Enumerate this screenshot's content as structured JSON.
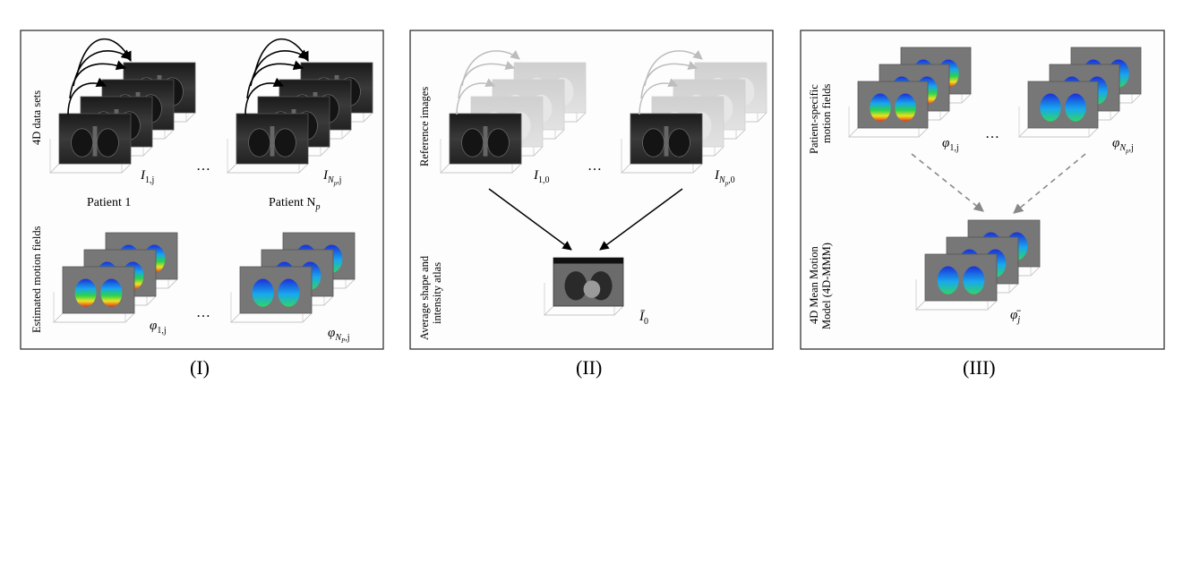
{
  "panel1": {
    "row_label_top": "4D data sets",
    "row_label_bottom": "Estimated motion fields",
    "patient1_label": "Patient 1",
    "patientN_label": "Patient N",
    "patientN_sub": "p",
    "ellipsis": "…",
    "img1_main": "I",
    "img1_sub": "1,j",
    "imgN_main": "I",
    "imgN_sub1": "N",
    "imgN_sub2": "p",
    "imgN_sub3": ",j",
    "phi1_main": "φ",
    "phi1_sub": "1,j",
    "phiN_main": "φ",
    "phiN_sub": "N",
    "phiN_subsub": "P",
    "phiN_tail": ",j"
  },
  "panel2": {
    "row_label_top": "Reference images",
    "row_label_bottom_line1": "Average shape and",
    "row_label_bottom_line2": "intensity atlas",
    "ellipsis": "…",
    "ref1_main": "I",
    "ref1_sub": "1,0",
    "refN_main": "I",
    "refN_sub1": "N",
    "refN_sub2": "p",
    "refN_sub3": ",0",
    "atlas_main": "Ī",
    "atlas_sub": "0"
  },
  "panel3": {
    "row_label_top_line1": "Patient-specific",
    "row_label_top_line2": "motion fields",
    "row_label_bottom_line1": "4D Mean Motion",
    "row_label_bottom_line2": "Model (4D-MMM)",
    "ellipsis": "…",
    "phi1_main": "φ",
    "phi1_sub": "1,j",
    "phiN_main": "φ",
    "phiN_sub1": "N",
    "phiN_sub2": "p",
    "phiN_sub3": ",j",
    "mean_main": "φ̄",
    "mean_sub": "j"
  },
  "captions": {
    "c1": "(I)",
    "c2": "(II)",
    "c3": "(III)"
  }
}
